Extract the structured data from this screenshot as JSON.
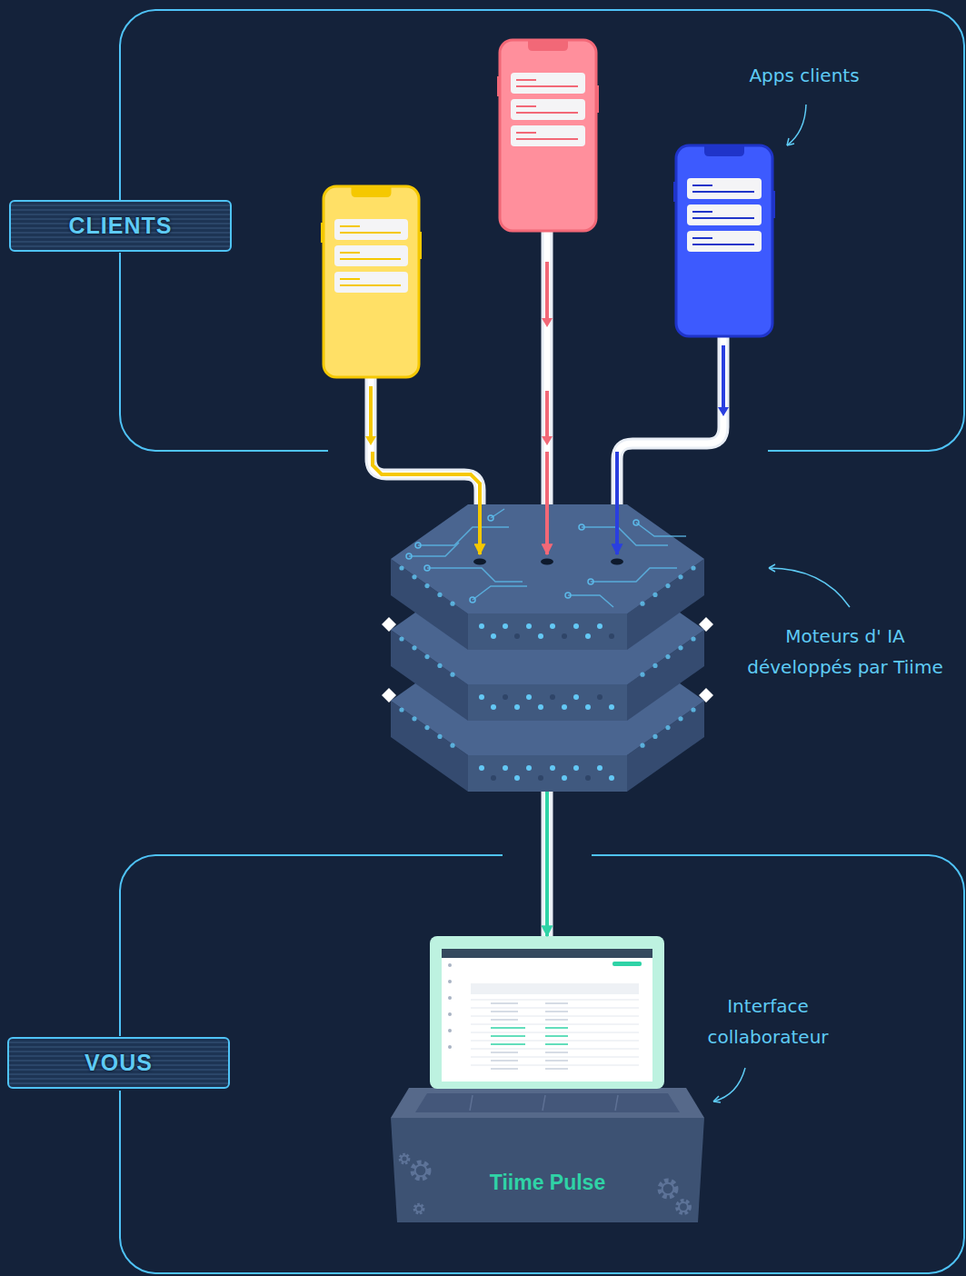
{
  "diagram": {
    "nodes": [
      {
        "text": [
          "CLIENTS"
        ]
      },
      {
        "text": [
          "Moteurs d' IA développés par Tiime"
        ]
      },
      {
        "text": [
          "VOUS"
        ]
      },
      {
        "text": [
          "Tiime Pulse"
        ],
        "in": 2
      }
    ],
    "edges": [
      {
        "from": 0,
        "to": 1,
        "arrow": "to"
      },
      {
        "from": 0,
        "to": 1,
        "arrow": "to"
      },
      {
        "from": 0,
        "to": 1,
        "arrow": "to"
      },
      {
        "from": 1,
        "to": 3,
        "arrow": "to"
      }
    ],
    "labels": [
      "Apps clients",
      "Interface collaborateur"
    ]
  }
}
